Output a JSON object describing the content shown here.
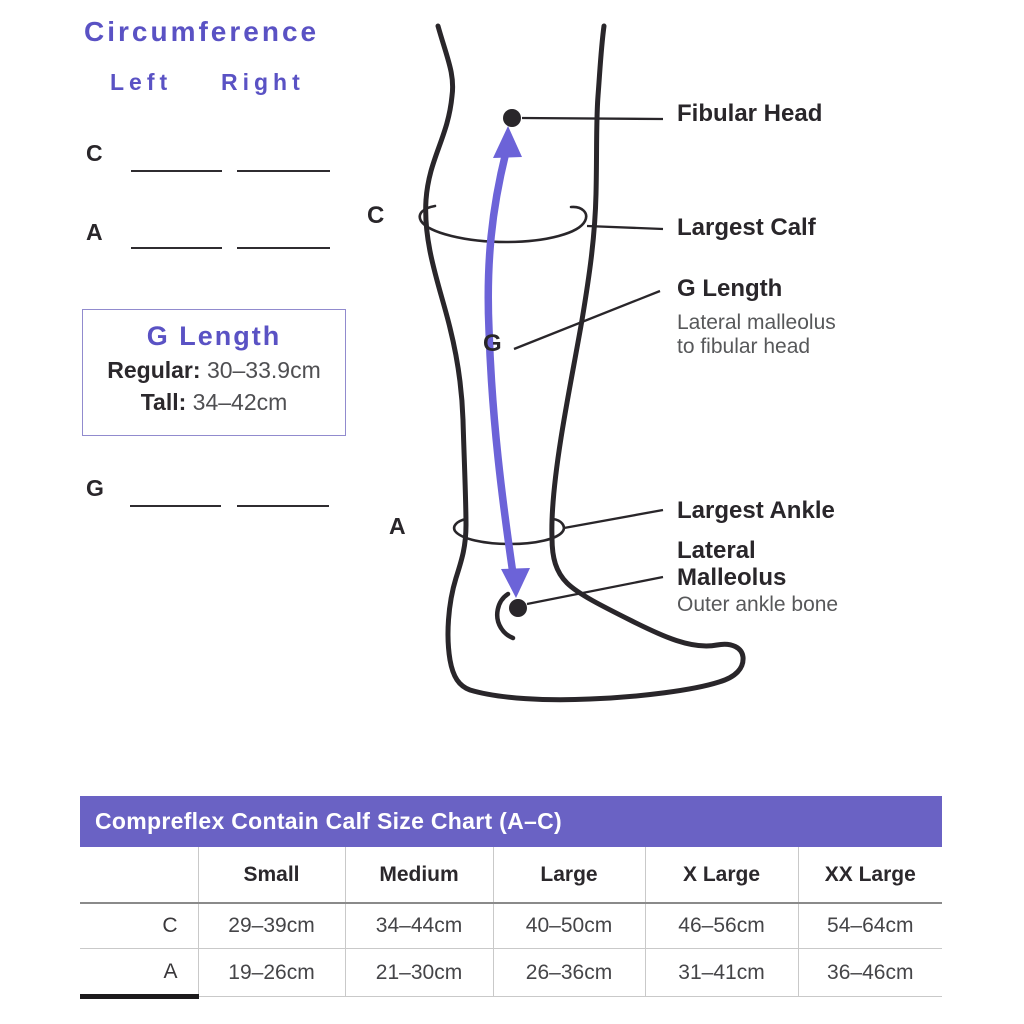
{
  "colors": {
    "accent_purple": "#5a52c4",
    "arrow_purple": "#6c63d8",
    "table_header_bg": "#6a62c4",
    "outline_dark": "#29262a",
    "muted_gray": "#57585a"
  },
  "circumference_form": {
    "title": "Circumference",
    "left_column": "Left",
    "right_column": "Right",
    "row_c": "C",
    "row_a": "A",
    "row_g": "G"
  },
  "g_length_box": {
    "title": "G Length",
    "regular_label": "Regular:",
    "regular_value": "30–33.9cm",
    "tall_label": "Tall:",
    "tall_value": "34–42cm"
  },
  "diagram": {
    "marker_c": "C",
    "marker_g": "G",
    "marker_a": "A",
    "fibular_head": "Fibular Head",
    "largest_calf": "Largest Calf",
    "g_length_title": "G Length",
    "g_length_desc_line1": "Lateral malleolus",
    "g_length_desc_line2": "to fibular head",
    "largest_ankle": "Largest Ankle",
    "lateral_malleolus_line1": "Lateral",
    "lateral_malleolus_line2": "Malleolus",
    "lateral_malleolus_desc": "Outer ankle bone"
  },
  "size_chart": {
    "title": "Compreflex Contain Calf Size Chart (A–C)",
    "column_headers": [
      "Small",
      "Medium",
      "Large",
      "X Large",
      "XX Large"
    ],
    "rows": [
      {
        "label": "C",
        "values": [
          "29–39cm",
          "34–44cm",
          "40–50cm",
          "46–56cm",
          "54–64cm"
        ]
      },
      {
        "label": "A",
        "values": [
          "19–26cm",
          "21–30cm",
          "26–36cm",
          "31–41cm",
          "36–46cm"
        ]
      }
    ]
  }
}
